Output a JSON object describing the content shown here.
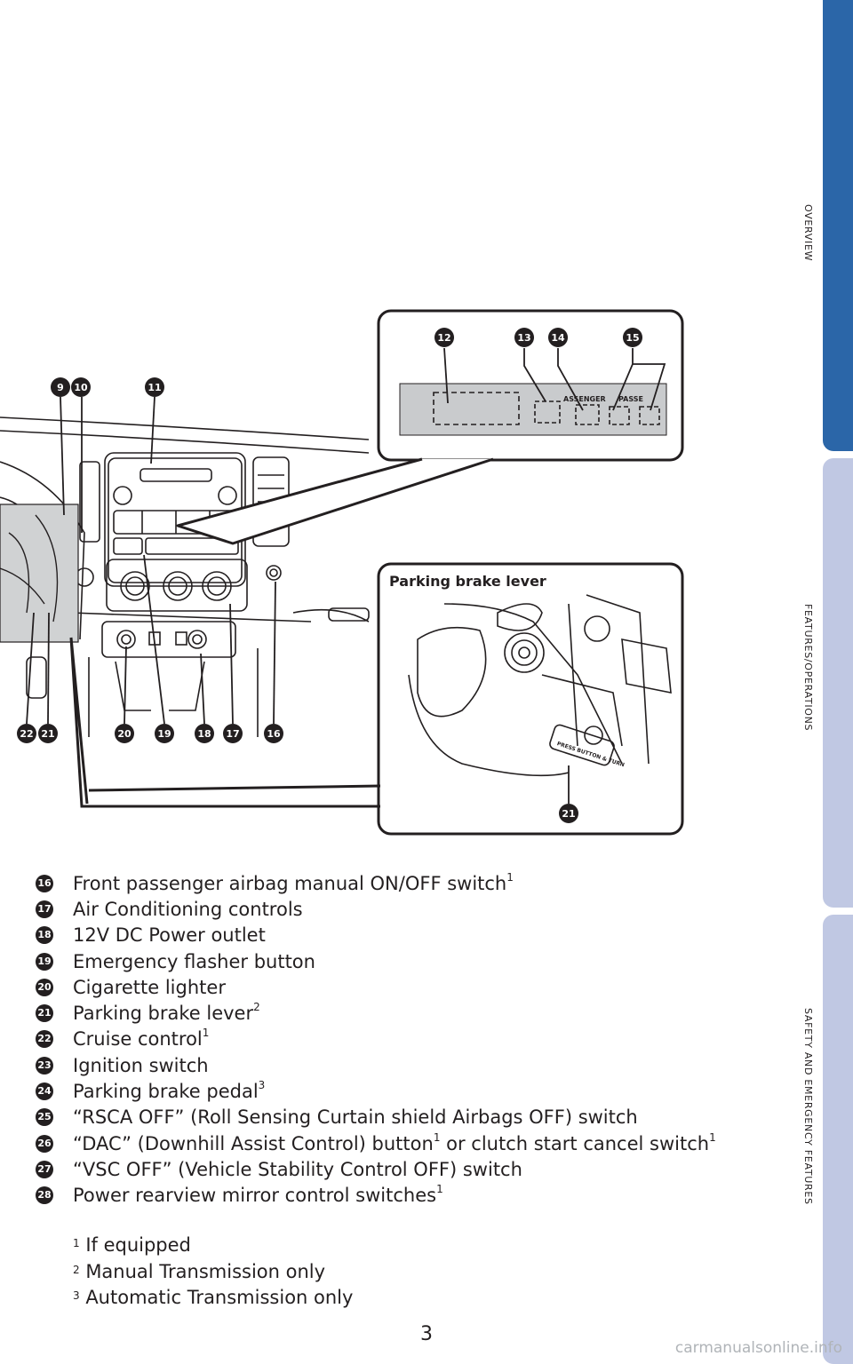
{
  "side_tabs": [
    "OVERVIEW",
    "FEATURES/OPERATIONS",
    "SAFETY AND EMERGENCY FEATURES"
  ],
  "figure": {
    "inset_label": "Parking brake lever",
    "panel_text_left": "ASSENGER",
    "panel_text_right": "PASSE",
    "lever_text": "PRESS BUTTON & TURN",
    "callouts_top": [
      "9",
      "10",
      "11",
      "12",
      "13",
      "14",
      "15"
    ],
    "callouts_bottom": [
      "22",
      "21",
      "20",
      "19",
      "18",
      "17",
      "16"
    ],
    "inset_callout": "21"
  },
  "legend": [
    {
      "num": "16",
      "text": "Front passenger airbag manual ON/OFF switch",
      "sup": "1",
      "tail": ""
    },
    {
      "num": "17",
      "text": "Air Conditioning controls",
      "sup": "",
      "tail": ""
    },
    {
      "num": "18",
      "text": "12V DC Power outlet",
      "sup": "",
      "tail": ""
    },
    {
      "num": "19",
      "text": "Emergency flasher button",
      "sup": "",
      "tail": ""
    },
    {
      "num": "20",
      "text": "Cigarette lighter",
      "sup": "",
      "tail": ""
    },
    {
      "num": "21",
      "text": "Parking brake lever",
      "sup": "2",
      "tail": ""
    },
    {
      "num": "22",
      "text": "Cruise control",
      "sup": "1",
      "tail": ""
    },
    {
      "num": "23",
      "text": "Ignition switch",
      "sup": "",
      "tail": ""
    },
    {
      "num": "24",
      "text": "Parking brake pedal",
      "sup": "3",
      "tail": ""
    },
    {
      "num": "25",
      "text": "“RSCA OFF” (Roll Sensing Curtain shield Airbags OFF) switch",
      "sup": "",
      "tail": ""
    },
    {
      "num": "26",
      "text": "“DAC” (Downhill Assist Control) button",
      "sup": "1",
      "tail": " or clutch start cancel switch",
      "sup2": "1"
    },
    {
      "num": "27",
      "text": "“VSC OFF” (Vehicle Stability Control OFF) switch",
      "sup": "",
      "tail": ""
    },
    {
      "num": "28",
      "text": "Power rearview mirror control switches",
      "sup": "1",
      "tail": ""
    }
  ],
  "notes": [
    {
      "sup": "1",
      "text": " If equipped"
    },
    {
      "sup": "2",
      "text": " Manual Transmission only"
    },
    {
      "sup": "3",
      "text": " Automatic Transmission only"
    }
  ],
  "page_number": "3",
  "watermark": "carmanualsonline.info"
}
